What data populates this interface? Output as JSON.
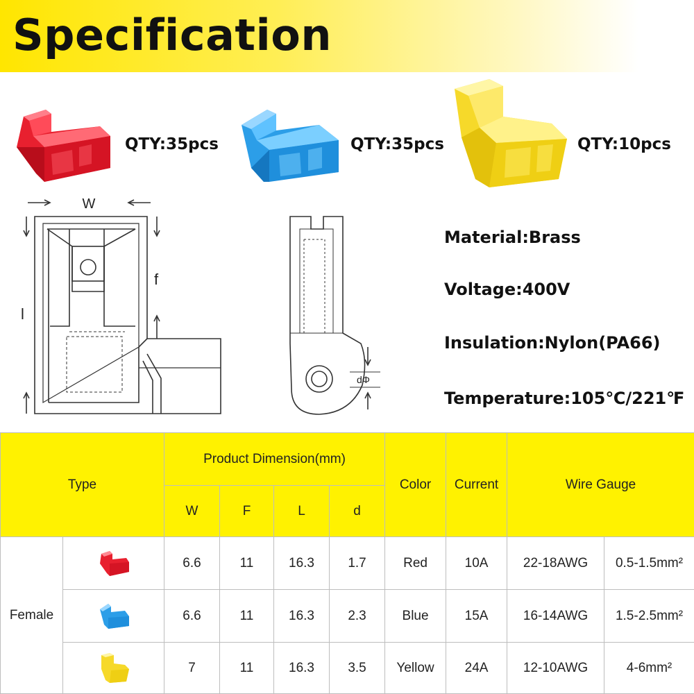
{
  "header": {
    "title": "Specification"
  },
  "products": [
    {
      "qty": "QTY:35pcs",
      "color": "#e8202f",
      "light": "#ff8a93"
    },
    {
      "qty": "QTY:35pcs",
      "color": "#2c9ee8",
      "light": "#9ad7ff"
    },
    {
      "qty": "QTY:10pcs",
      "color": "#f6d92a",
      "light": "#fff6a6"
    }
  ],
  "diagram": {
    "w": "W",
    "f": "f",
    "l": "l",
    "d": "dΦ"
  },
  "specs": {
    "material": "Material:Brass",
    "voltage": "Voltage:400V",
    "insulation": "Insulation:Nylon(PA66)",
    "temperature": "Temperature:105℃/221℉"
  },
  "table": {
    "headers": {
      "type": "Type",
      "dimension": "Product Dimension(mm)",
      "w": "W",
      "f": "F",
      "l": "L",
      "d": "d",
      "color": "Color",
      "current": "Current",
      "wire_gauge": "Wire Gauge"
    },
    "group": "Female",
    "rows": [
      {
        "w": "6.6",
        "f": "11",
        "l": "16.3",
        "d": "1.7",
        "color": "Red",
        "current": "10A",
        "awg": "22-18AWG",
        "mm2": "0.5-1.5mm²"
      },
      {
        "w": "6.6",
        "f": "11",
        "l": "16.3",
        "d": "2.3",
        "color": "Blue",
        "current": "15A",
        "awg": "16-14AWG",
        "mm2": "1.5-2.5mm²"
      },
      {
        "w": "7",
        "f": "11",
        "l": "16.3",
        "d": "3.5",
        "color": "Yellow",
        "current": "24A",
        "awg": "12-10AWG",
        "mm2": "4-6mm²"
      }
    ]
  },
  "colors": {
    "header_yellow": "#fff200",
    "banner_yellow": "#ffe600"
  }
}
